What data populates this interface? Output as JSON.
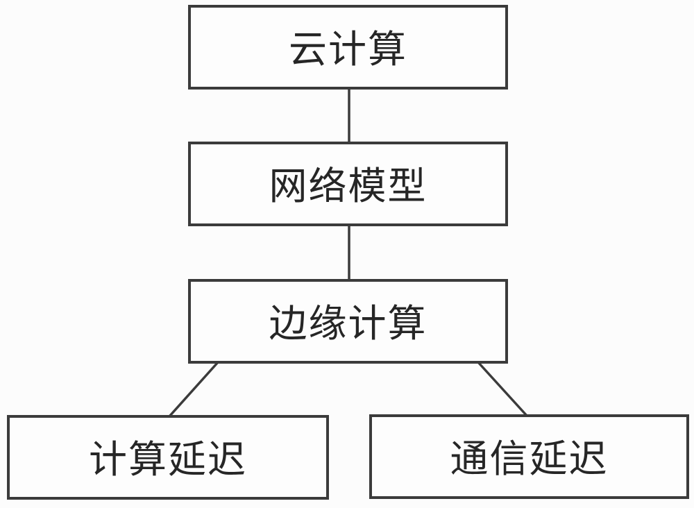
{
  "diagram": {
    "nodes": [
      {
        "id": "cloud-computing",
        "label": "云计算"
      },
      {
        "id": "network-model",
        "label": "网络模型"
      },
      {
        "id": "edge-computing",
        "label": "边缘计算"
      },
      {
        "id": "compute-delay",
        "label": "计算延迟"
      },
      {
        "id": "comm-delay",
        "label": "通信延迟"
      }
    ],
    "edges": [
      {
        "from": "cloud-computing",
        "to": "network-model"
      },
      {
        "from": "network-model",
        "to": "edge-computing"
      },
      {
        "from": "edge-computing",
        "to": "compute-delay"
      },
      {
        "from": "edge-computing",
        "to": "comm-delay"
      }
    ],
    "colors": {
      "line": "#3b3b3b",
      "box_border": "#3b3b3b",
      "box_fill": "#fdfdfd",
      "background": "#fcfcfc",
      "text": "#262626"
    }
  }
}
